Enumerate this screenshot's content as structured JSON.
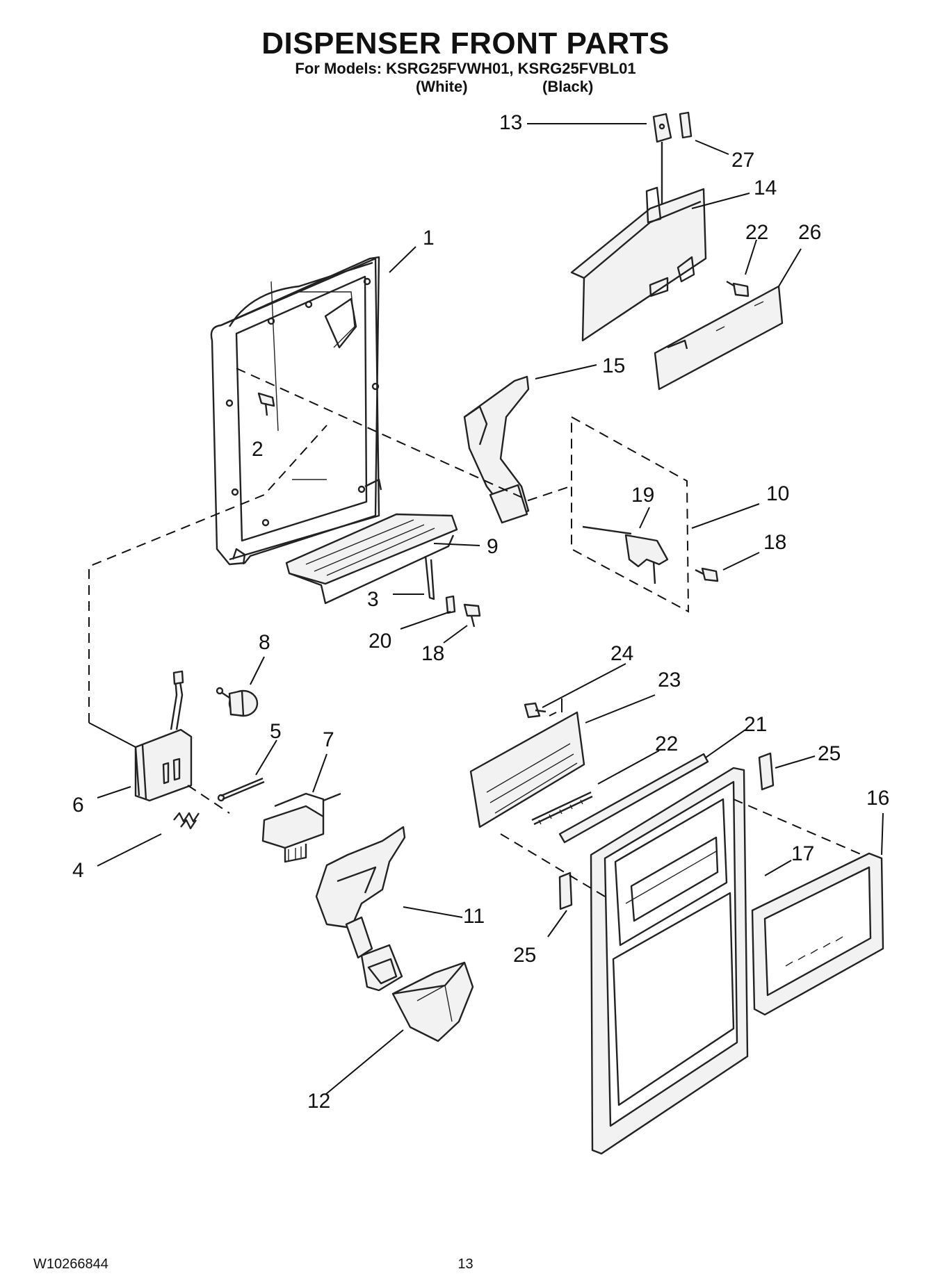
{
  "header": {
    "title": "DISPENSER FRONT PARTS",
    "subtitle": "For Models: KSRG25FVWH01, KSRG25FVBL01",
    "variant_white": "(White)",
    "variant_black": "(Black)"
  },
  "callouts": [
    "1",
    "2",
    "3",
    "4",
    "5",
    "6",
    "7",
    "8",
    "9",
    "10",
    "11",
    "12",
    "13",
    "14",
    "15",
    "16",
    "17",
    "18",
    "18",
    "19",
    "20",
    "21",
    "22",
    "22",
    "23",
    "24",
    "25",
    "25",
    "26",
    "27"
  ],
  "footer": {
    "doc_number": "W10266844",
    "page_number": "13"
  }
}
